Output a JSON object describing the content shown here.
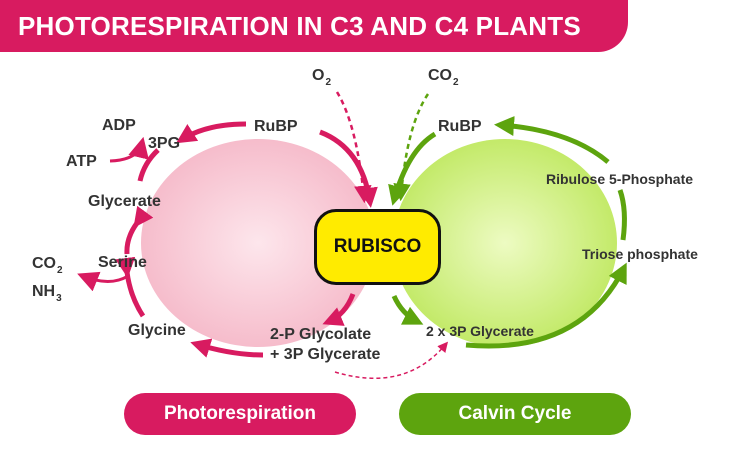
{
  "title": "PHOTORESPIRATION IN C3 AND C4 PLANTS",
  "colors": {
    "photorespiration": "#d81b60",
    "calvin": "#5da40e",
    "rubisco": "#ffeb00",
    "left_blob": "#f8c8d3",
    "right_blob": "#cdf07d"
  },
  "left_cycle": {
    "rubp": "RuBP",
    "pg3": "3PG",
    "adp": "ADP",
    "atp": "ATP",
    "glycerate": "Glycerate",
    "serine": "Serine",
    "co2": "CO",
    "co2_sub": "2",
    "nh3": "NH",
    "nh3_sub": "3",
    "glycine": "Glycine",
    "glycolate_line1": "2-P Glycolate",
    "glycolate_line2": "+ 3P Glycerate"
  },
  "inputs": {
    "o2": "O",
    "o2_sub": "2",
    "co2": "CO",
    "co2_sub": "2"
  },
  "right_cycle": {
    "rubp": "RuBP",
    "ribulose": "Ribulose 5-Phosphate",
    "triose": "Triose phosphate",
    "glycerate": "2 x 3P Glycerate"
  },
  "enzyme": "RUBISCO",
  "legend": {
    "photorespiration": "Photorespiration",
    "calvin": "Calvin Cycle"
  }
}
